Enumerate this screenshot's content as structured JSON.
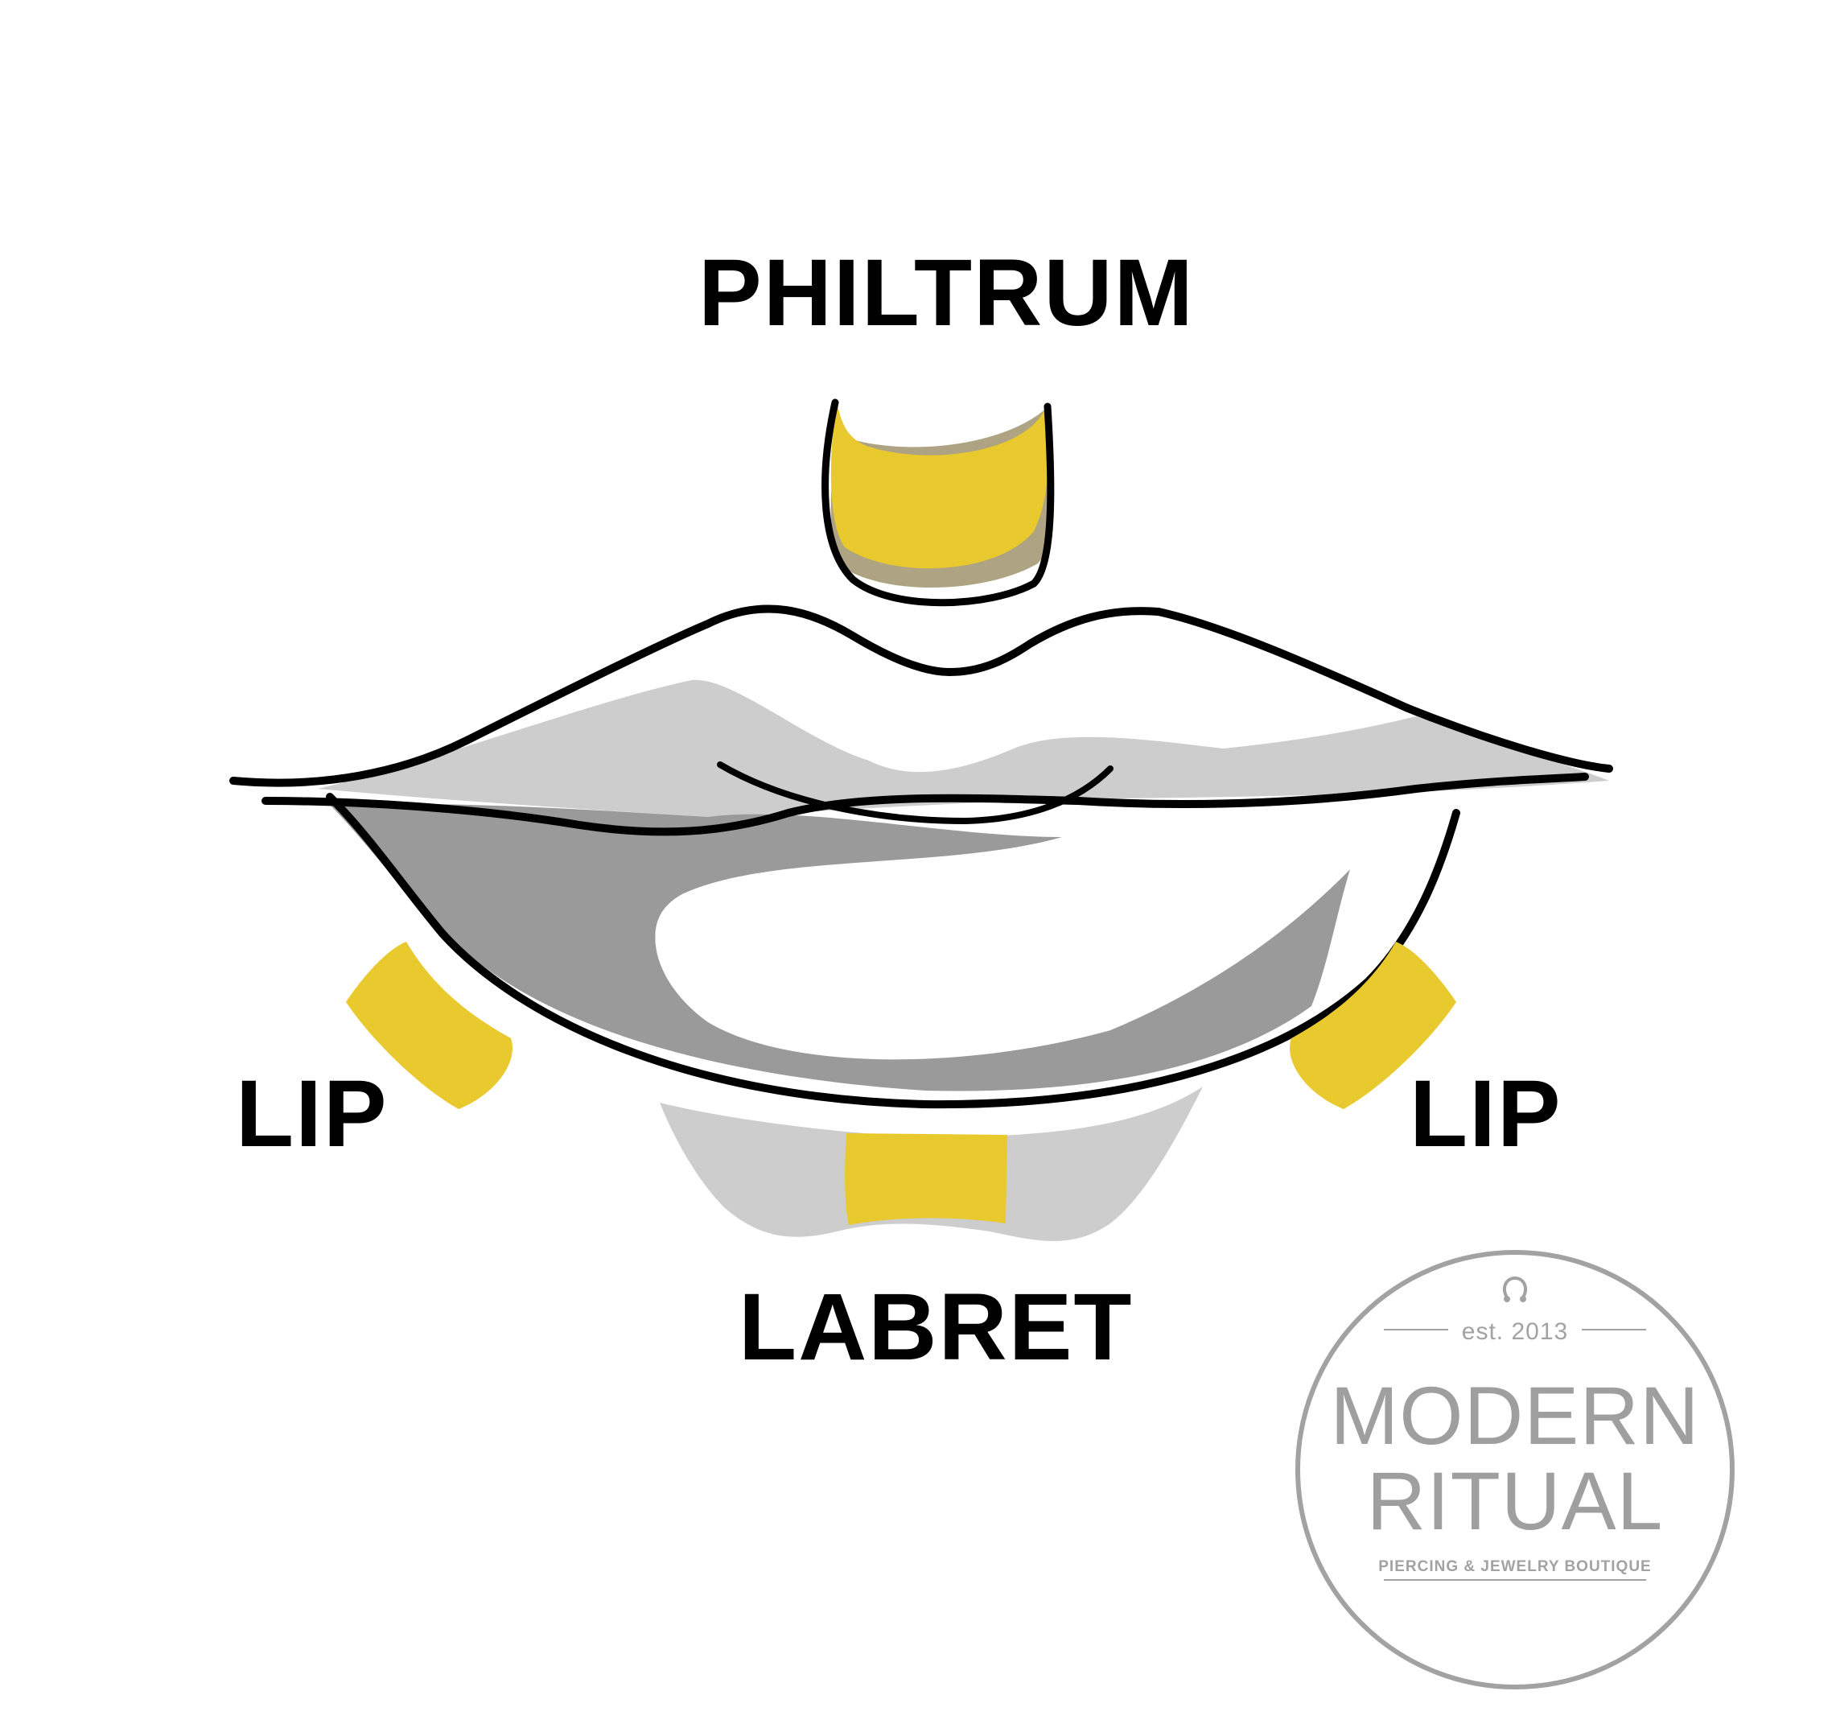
{
  "labels": {
    "philtrum": "PHILTRUM",
    "lip_left": "LIP",
    "lip_right": "LIP",
    "labret": "LABRET"
  },
  "logo": {
    "est": "est. 2013",
    "line1": "MODERN",
    "line2": "RITUAL",
    "tagline": "PIERCING & JEWELRY BOUTIQUE",
    "icon": "ring-icon"
  },
  "colors": {
    "highlight": "#e8c92e",
    "highlight_shadow": "#aea483",
    "lip_light": "#cdcdcd",
    "lip_dark": "#9a9a9a",
    "outline": "#000000",
    "logo_gray": "#a2a2a2"
  }
}
